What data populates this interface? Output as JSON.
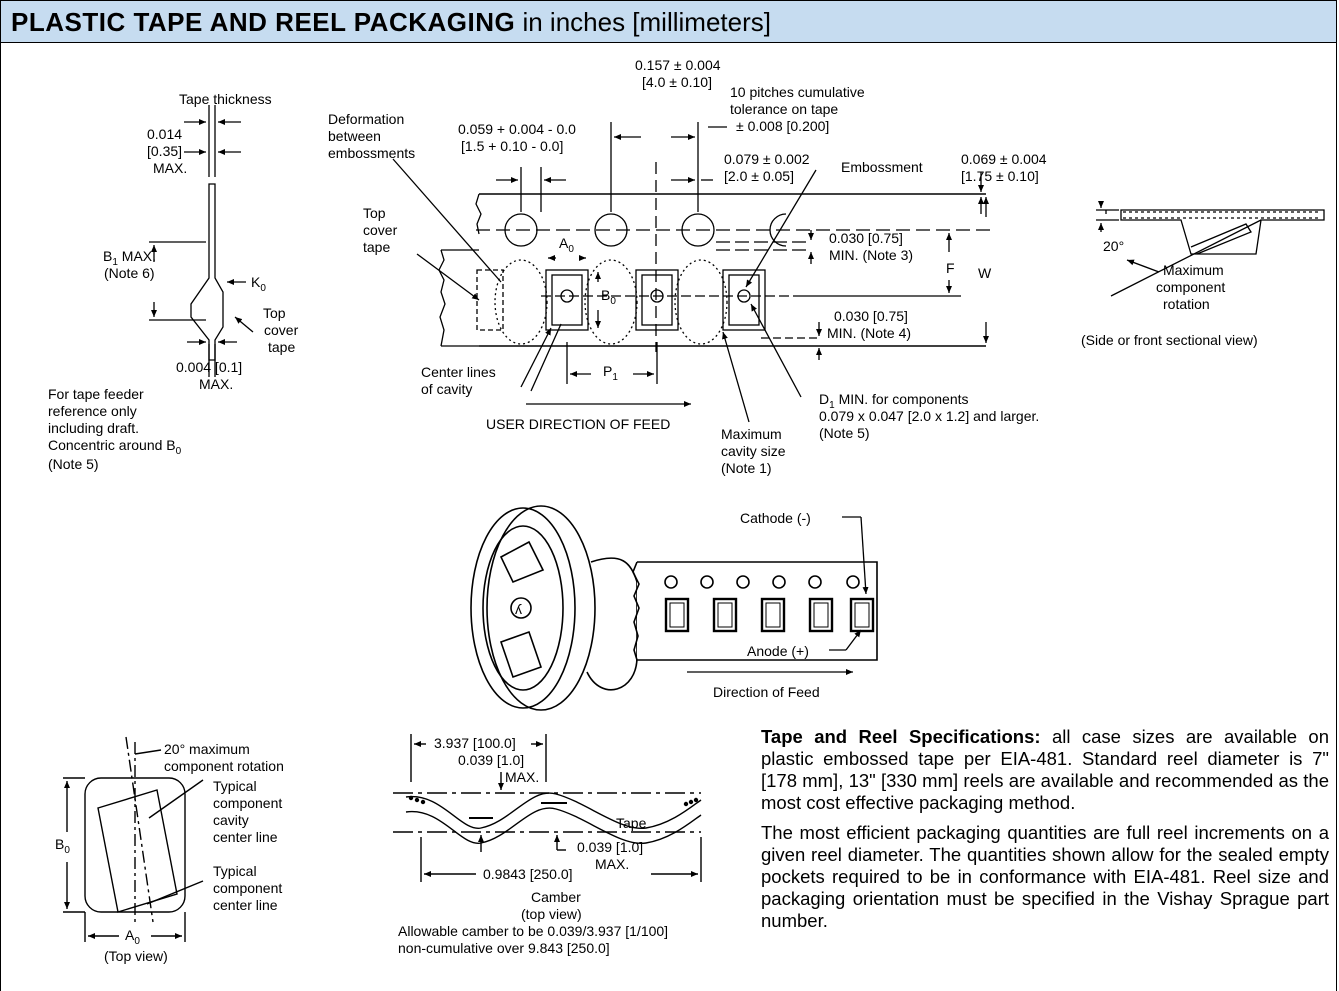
{
  "header": {
    "title_bold": "PLASTIC TAPE AND REEL PACKAGING",
    "title_rest": " in inches [millimeters]",
    "background": "#c6dcf0"
  },
  "side_section": {
    "tape_thickness": "Tape thickness",
    "thickness_in": "0.014",
    "thickness_mm": "[0.35]",
    "thickness_max": "MAX.",
    "b1_max": "B",
    "b1_max_rest": " MAX.",
    "b1_note": "(Note 6)",
    "k0": "K",
    "top_cover_1": "Top",
    "top_cover_2": "cover",
    "top_cover_3": "tape",
    "dim_004": "0.004 [0.1]",
    "dim_004_max": "MAX.",
    "feeder_1": "For tape feeder",
    "feeder_2": "reference only",
    "feeder_3": "including draft.",
    "feeder_4": "Concentric around B",
    "feeder_5": "(Note 5)"
  },
  "tape_top": {
    "pitch_p0_in": "0.157 ± 0.004",
    "pitch_p0_mm": "[4.0 ± 0.10]",
    "ten_pitch_1": "10 pitches cumulative",
    "ten_pitch_2": "tolerance on tape",
    "ten_pitch_3": "± 0.008 [0.200]",
    "deform_1": "Deformation",
    "deform_2": "between",
    "deform_3": "embossments",
    "hole_d_in": "0.059 + 0.004 - 0.0",
    "hole_d_mm": "[1.5 + 0.10 - 0.0]",
    "p2_in": "0.079 ± 0.002",
    "p2_mm": "[2.0 ± 0.05]",
    "embossment": "Embossment",
    "e_in": "0.069 ± 0.004",
    "e_mm": "[1.75 ± 0.10]",
    "top_cover_1": "Top",
    "top_cover_2": "cover",
    "top_cover_3": "tape",
    "a0": "A",
    "b0": "B",
    "min_note3_a": "0.030 [0.75]",
    "min_note3_b": "MIN. (Note 3)",
    "f": "F",
    "w": "W",
    "min_note4_a": "0.030 [0.75]",
    "min_note4_b": "MIN. (Note 4)",
    "center_lines_1": "Center lines",
    "center_lines_2": "of cavity",
    "p1": "P",
    "d1_1": "D",
    "d1_1_rest": " MIN. for components",
    "d1_2": "0.079 x 0.047 [2.0 x 1.2] and larger.",
    "d1_3": "(Note 5)",
    "user_feed": "USER DIRECTION OF FEED",
    "max_cavity_1": "Maximum",
    "max_cavity_2": "cavity size",
    "max_cavity_3": "(Note 1)"
  },
  "rotation_section": {
    "angle": "20°",
    "max_rot_1": "Maximum",
    "max_rot_2": "component",
    "max_rot_3": "rotation",
    "caption": "(Side or front sectional view)"
  },
  "reel": {
    "cathode": "Cathode (-)",
    "anode": "Anode (+)",
    "feed": "Direction of Feed"
  },
  "top_view": {
    "rot_1": "20° maximum",
    "rot_2": "component rotation",
    "cavity_1": "Typical",
    "cavity_2": "component",
    "cavity_3": "cavity",
    "cavity_4": "center line",
    "comp_1": "Typical",
    "comp_2": "component",
    "comp_3": "center line",
    "b0": "B",
    "a0": "A",
    "caption": "(Top view)"
  },
  "camber": {
    "len_100": "3.937 [100.0]",
    "max_1a": "0.039 [1.0]",
    "max_1b": "MAX.",
    "tape": "Tape",
    "max_2a": "0.039 [1.0]",
    "max_2b": "MAX.",
    "len_250": "0.9843 [250.0]",
    "caption_1": "Camber",
    "caption_2": "(top view)",
    "allow_1": "Allowable camber to be 0.039/3.937 [1/100]",
    "allow_2": "non-cumulative over 9.843 [250.0]"
  },
  "specs": {
    "p1_bold": "Tape and Reel Specifications:",
    "p1_text": " all case sizes are available on plastic embossed tape per EIA-481. Standard reel diameter is 7\" [178 mm], 13\" [330 mm] reels are available and recommended as the most cost effective packaging method.",
    "p2_text": "The most efficient packaging quantities are full reel increments on a given reel diameter. The quantities shown allow for the sealed empty pockets required to be in conformance with EIA-481. Reel size and packaging orientation must be specified in the Vishay Sprague part number."
  },
  "subscripts": {
    "zero": "0",
    "one": "1"
  }
}
